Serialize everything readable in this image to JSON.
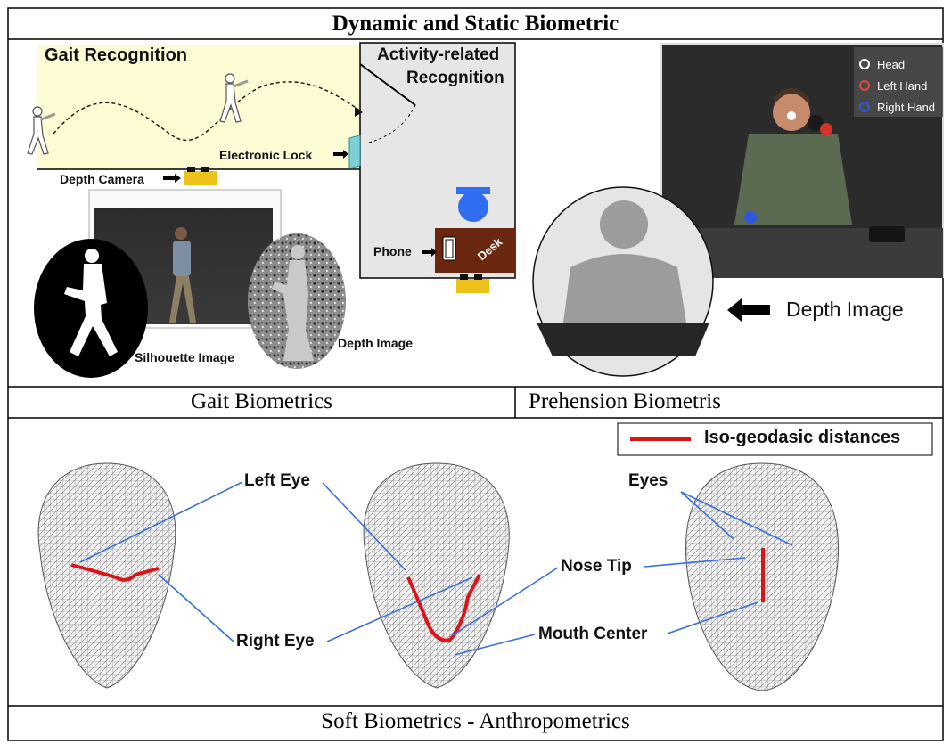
{
  "title": "Dynamic and Static Biometric",
  "gait": {
    "heading": "Gait Recognition",
    "activity_heading_1": "Activity-related",
    "activity_heading_2": "Recognition",
    "electronic_lock": "Electronic Lock",
    "depth_camera": "Depth Camera",
    "phone": "Phone",
    "desk": "Desk",
    "silhouette_image": "Silhouette Image",
    "depth_image": "Depth Image",
    "caption": "Gait Biometrics"
  },
  "prehension": {
    "legend": [
      {
        "label": "Head",
        "color": "#ffffff"
      },
      {
        "label": "Left Hand",
        "color": "#e0493f"
      },
      {
        "label": "Right Hand",
        "color": "#2f57e0"
      }
    ],
    "depth_image": "Depth Image",
    "caption": "Prehension Biometris"
  },
  "soft": {
    "legend_label": "Iso-geodasic distances",
    "legend_color": "#d8151a",
    "left_eye": "Left Eye",
    "right_eye": "Right Eye",
    "nose_tip": "Nose Tip",
    "mouth_center": "Mouth Center",
    "eyes": "Eyes",
    "caption": "Soft Biometrics - Anthropometrics"
  }
}
